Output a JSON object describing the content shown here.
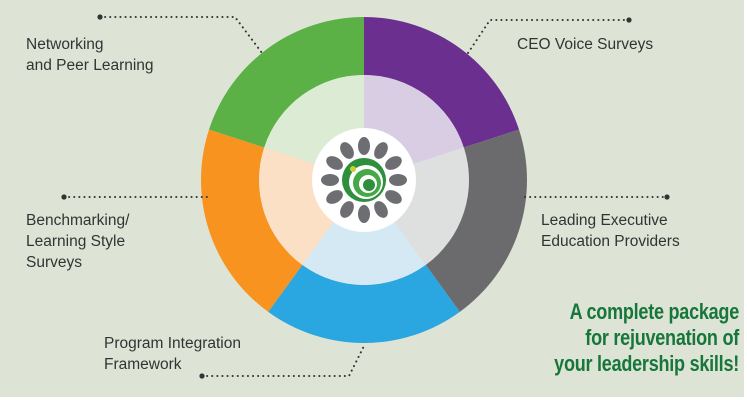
{
  "labels": {
    "networking": [
      "Networking",
      "and Peer Learning"
    ],
    "ceo": [
      "CEO Voice Surveys"
    ],
    "benchmarking": [
      "Benchmarking/",
      "Learning Style",
      "Surveys"
    ],
    "executive": [
      "Leading Executive",
      "Education Providers"
    ],
    "program": [
      "Program Integration",
      "Framework"
    ]
  },
  "tagline": [
    "A complete package",
    "for rejuvenation of",
    "your leadership skills!"
  ],
  "colors": {
    "background": "#dde4d6",
    "green": "#5bb046",
    "purple": "#6a2f8f",
    "gray": "#6b6b6e",
    "blue": "#2aa6e0",
    "orange": "#f7931e",
    "tagline": "#17763a"
  },
  "center_logo": "lotus-spiral-logo"
}
